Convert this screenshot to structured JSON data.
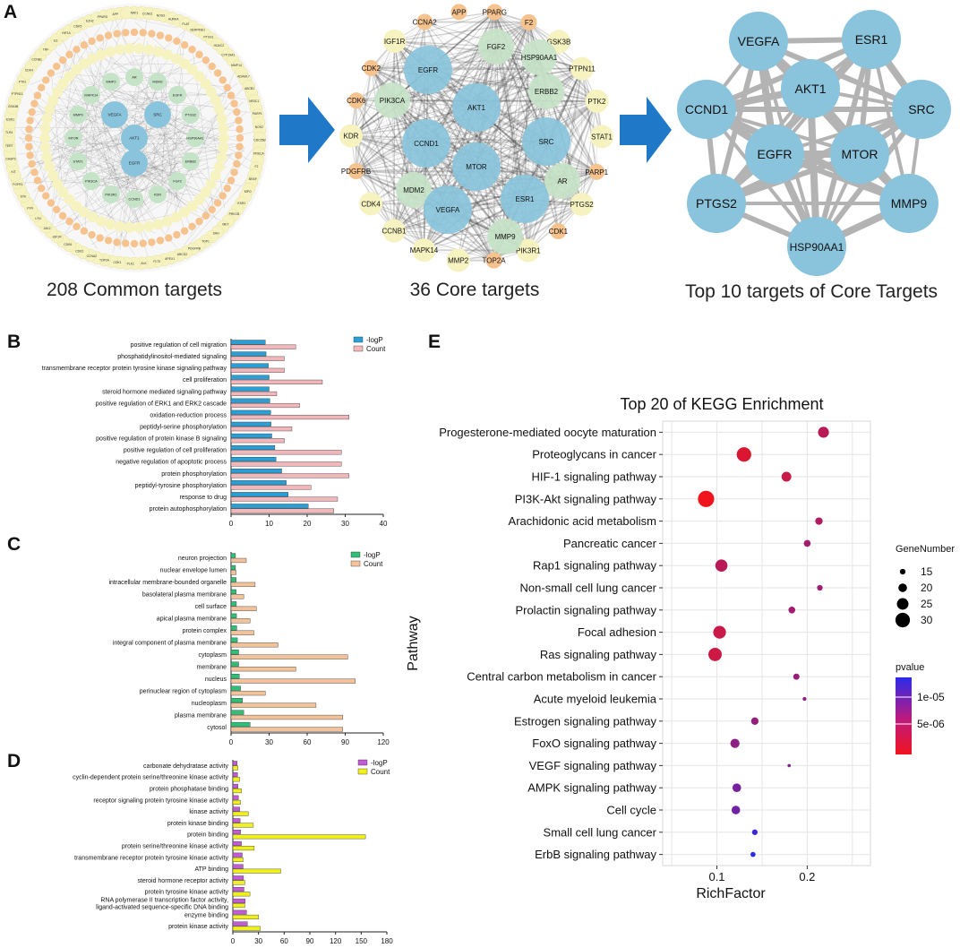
{
  "panel_letters": {
    "a": "A",
    "b": "B",
    "c": "C",
    "d": "D",
    "e": "E"
  },
  "colors": {
    "network_blue": "#89c4dc",
    "network_green": "#c5e3c7",
    "network_yellow": "#f6f3c0",
    "network_orange": "#f6c28e",
    "arrow_blue": "#1f78c8",
    "logp_blue": "#2a9fd6",
    "count_pink": "#f2b7bb",
    "logp_green": "#2fbf76",
    "count_tan": "#f2c39a",
    "logp_purple": "#c35bd4",
    "count_yellow": "#f0f01e",
    "kegg_red": "#f0141e",
    "kegg_blue": "#2b2bea"
  },
  "network_a": {
    "caption": "208 Common targets",
    "center_labels": [
      "VEGFA",
      "SRC",
      "AKT1",
      "EGFR"
    ],
    "ring1_labels": [
      "AR",
      "MDM2",
      "EGFR",
      "PTGS2",
      "HSP90AA1",
      "ERBB2",
      "FGF2",
      "KDR",
      "CCND1",
      "PIK3R1",
      "PIK3CA",
      "STAT1",
      "MTOR",
      "MMP9",
      "MAPK14",
      "MMP2"
    ],
    "ring3_labels": [
      "RAF1",
      "CCNE1",
      "NOS3",
      "AURKA",
      "PLAT",
      "SERPINE1",
      "PTGS1",
      "HDAC2",
      "CYP19A1",
      "MMP14",
      "ADAM17",
      "ABCB1",
      "NR3C1",
      "PARP1",
      "NOS2",
      "CDC25B",
      "PRKCA",
      "F2",
      "BRAF",
      "MPO",
      "ESR2",
      "PRKCB",
      "MET",
      "SHH",
      "TOP1",
      "PDGFRB",
      "ABCG2",
      "APEX1",
      "FLT3",
      "ALK",
      "PLK1",
      "CDK1",
      "TOP2A",
      "CCNA2",
      "CDK2",
      "CDK6",
      "IGF1R",
      "JAK2",
      "LYN",
      "FYN",
      "SYK",
      "FGFR1",
      "KIT",
      "CASP3",
      "TERT",
      "TLR4",
      "ESR1",
      "GSK3B",
      "PTPN11",
      "PTK2",
      "CDK4",
      "CCNB1",
      "TNF",
      "IL6",
      "HIF1A",
      "CDK5",
      "EZH2",
      "PPARG",
      "APP"
    ]
  },
  "network_b": {
    "caption": "36 Core targets",
    "outer_labels": [
      "APP",
      "PPARG",
      "F2",
      "GSK3B",
      "PTPN11",
      "PTK2",
      "STAT1",
      "PARP1",
      "PTGS2",
      "CDK1",
      "PIK3R1",
      "TOP2A",
      "MMP2",
      "MAPK14",
      "CCNB1",
      "CDK4",
      "PDGFRB",
      "KDR",
      "CDK6",
      "CDK2",
      "IGF1R",
      "CCNA2"
    ],
    "inner_labels": [
      "FGF2",
      "HSP90AA1",
      "ERBB2",
      "EGFR",
      "PIK3CA",
      "AKT1",
      "CCND1",
      "MTOR",
      "SRC",
      "MDM2",
      "VEGFA",
      "ESR1",
      "AR",
      "MMP9"
    ]
  },
  "network_c": {
    "caption": "Top 10 targets of Core Targets",
    "nodes": [
      "VEGFA",
      "ESR1",
      "AKT1",
      "CCND1",
      "SRC",
      "EGFR",
      "MTOR",
      "PTGS2",
      "MMP9",
      "HSP90AA1"
    ]
  },
  "panel_b": {
    "legend": [
      "-logP",
      "Count"
    ],
    "terms": [
      "positive regulation of cell migration",
      "phosphatidylinositol-mediated signaling",
      "transmembrane receptor protein tyrosine kinase signaling pathway",
      "cell proliferation",
      "steroid hormone mediated signaling pathway",
      "positive regulation of ERK1 and ERK2 cascade",
      "oxidation-reduction process",
      "peptidyl-serine phosphorylation",
      "positive regulation of protein kinase B signaling",
      "positive regulation of cell proliferation",
      "negative regulation of apoptotic process",
      "protein phosphorylation",
      "peptidyl-tyrosine phosphorylation",
      "response to drug",
      "protein autophosphorylation"
    ],
    "ticks": [
      "0",
      "10",
      "20",
      "30",
      "40"
    ]
  },
  "panel_c": {
    "legend": [
      "-logP",
      "Count"
    ],
    "terms": [
      "neuron projection",
      "nuclear envelope lumen",
      "intracellular membrane-bounded organelle",
      "basolateral plasma membrane",
      "cell surface",
      "apical plasma membrane",
      "protein complex",
      "integral component of plasma membrane",
      "cytoplasm",
      "membrane",
      "nucleus",
      "perinuclear region of cytoplasm",
      "nucleoplasm",
      "plasma membrane",
      "cytosol"
    ],
    "ticks": [
      "0",
      "30",
      "60",
      "90",
      "120"
    ]
  },
  "panel_d": {
    "legend": [
      "-logP",
      "Count"
    ],
    "terms": [
      "carbonate dehydratase activity",
      "cyclin-dependent protein serine/threonine kinase activity",
      "protein phosphatase binding",
      "receptor signaling protein tyrosine kinase activity",
      "kinase activity",
      "protein kinase binding",
      "protein binding",
      "protein serine/threonine kinase activity",
      "transmembrane receptor protein tyrosine kinase activity",
      "ATP binding",
      "steroid hormone receptor activity",
      "protein tyrosine kinase activity",
      "RNA polymerase II transcription factor activity, ligand-activated sequence-specific DNA binding",
      "enzyme binding",
      "protein kinase activity"
    ],
    "ticks": [
      "0",
      "30",
      "60",
      "90",
      "120",
      "150",
      "180"
    ]
  },
  "panel_e": {
    "title": "Top 20 of KEGG Enrichment",
    "xlabel": "RichFactor",
    "ylabel": "Pathway",
    "ticks": [
      "0.1",
      "0.2"
    ],
    "legend_size_title": "GeneNumber",
    "legend_size_labels": [
      "15",
      "20",
      "25",
      "30"
    ],
    "legend_color_title": "pvalue",
    "legend_color_labels": [
      "1e-05",
      "5e-06"
    ]
  },
  "chart_data": [
    {
      "type": "bar",
      "panel": "B",
      "categories": [
        "positive regulation of cell migration",
        "phosphatidylinositol-mediated signaling",
        "transmembrane receptor protein tyrosine kinase signaling pathway",
        "cell proliferation",
        "steroid hormone mediated signaling pathway",
        "positive regulation of ERK1 and ERK2 cascade",
        "oxidation-reduction process",
        "peptidyl-serine phosphorylation",
        "positive regulation of protein kinase B signaling",
        "positive regulation of cell proliferation",
        "negative regulation of apoptotic process",
        "protein phosphorylation",
        "peptidyl-tyrosine phosphorylation",
        "response to drug",
        "protein autophosphorylation"
      ],
      "series": [
        {
          "name": "-logP",
          "values": [
            9,
            9.2,
            9.8,
            10,
            10,
            10.2,
            10.4,
            10.5,
            10.7,
            11.5,
            11.8,
            13.3,
            14.5,
            15,
            20.3
          ]
        },
        {
          "name": "Count",
          "values": [
            17,
            14,
            14,
            24,
            12,
            18,
            31,
            16,
            14,
            29,
            29,
            31,
            21,
            28,
            27
          ]
        }
      ],
      "xlim": [
        0,
        40
      ],
      "orientation": "horizontal"
    },
    {
      "type": "bar",
      "panel": "C",
      "categories": [
        "neuron projection",
        "nuclear envelope lumen",
        "intracellular membrane-bounded organelle",
        "basolateral plasma membrane",
        "cell surface",
        "apical plasma membrane",
        "protein complex",
        "integral component of plasma membrane",
        "cytoplasm",
        "membrane",
        "nucleus",
        "perinuclear region of cytoplasm",
        "nucleoplasm",
        "plasma membrane",
        "cytosol"
      ],
      "series": [
        {
          "name": "-logP",
          "values": [
            3.5,
            3.5,
            4,
            4,
            4.2,
            4.3,
            4.5,
            5,
            6,
            6,
            6.5,
            7.5,
            9,
            10,
            15
          ]
        },
        {
          "name": "Count",
          "values": [
            12,
            4,
            19,
            10,
            20,
            15,
            18,
            37,
            92,
            51,
            98,
            27,
            67,
            88,
            88
          ]
        }
      ],
      "xlim": [
        0,
        120
      ],
      "orientation": "horizontal"
    },
    {
      "type": "bar",
      "panel": "D",
      "categories": [
        "carbonate dehydratase activity",
        "cyclin-dependent protein serine/threonine kinase activity",
        "protein phosphatase binding",
        "receptor signaling protein tyrosine kinase activity",
        "kinase activity",
        "protein kinase binding",
        "protein binding",
        "protein serine/threonine kinase activity",
        "transmembrane receptor protein tyrosine kinase activity",
        "ATP binding",
        "steroid hormone receptor activity",
        "protein tyrosine kinase activity",
        "RNA polymerase II transcription factor activity, ligand-activated sequence-specific DNA binding",
        "enzyme binding",
        "protein kinase activity"
      ],
      "series": [
        {
          "name": "-logP",
          "values": [
            5,
            5.5,
            6,
            6.5,
            8,
            8.5,
            9,
            10,
            11,
            12,
            12.5,
            13,
            14.5,
            16,
            17
          ]
        },
        {
          "name": "Count",
          "values": [
            6,
            8,
            10,
            9,
            18,
            24,
            155,
            25,
            12,
            56,
            14,
            20,
            14,
            30,
            32
          ]
        }
      ],
      "xlim": [
        0,
        180
      ],
      "orientation": "horizontal"
    },
    {
      "type": "scatter",
      "panel": "E",
      "title": "Top 20 of KEGG Enrichment",
      "xlabel": "RichFactor",
      "ylabel": "Pathway",
      "xlim": [
        0.04,
        0.27
      ],
      "categories": [
        "Progesterone-mediated oocyte maturation",
        "Proteoglycans in cancer",
        "HIF-1 signaling pathway",
        "PI3K-Akt signaling pathway",
        "Arachidonic acid metabolism",
        "Pancreatic cancer",
        "Rap1 signaling pathway",
        "Non-small cell lung cancer",
        "Prolactin signaling pathway",
        "Focal adhesion",
        "Ras signaling pathway",
        "Central carbon metabolism in cancer",
        "Acute myeloid leukemia",
        "Estrogen signaling pathway",
        "FoxO signaling pathway",
        "VEGF signaling pathway",
        "AMPK signaling pathway",
        "Cell cycle",
        "Small cell lung cancer",
        "ErbB signaling pathway"
      ],
      "x": [
        0.218,
        0.13,
        0.177,
        0.088,
        0.213,
        0.2,
        0.105,
        0.214,
        0.183,
        0.103,
        0.098,
        0.188,
        0.197,
        0.142,
        0.12,
        0.18,
        0.122,
        0.121,
        0.142,
        0.14
      ],
      "gene_number": [
        24,
        30,
        22,
        33,
        18,
        17,
        26,
        15,
        17,
        27,
        28,
        16,
        12,
        18,
        21,
        11,
        20,
        20,
        15,
        14
      ],
      "pvalue": [
        2e-07,
        3e-08,
        1e-07,
        1e-09,
        3e-07,
        5e-07,
        2e-07,
        6e-07,
        5e-07,
        1e-07,
        8e-08,
        7e-07,
        1e-06,
        8e-07,
        1e-06,
        1.5e-06,
        2e-06,
        2.5e-06,
        8.5e-06,
        1.3e-05
      ]
    }
  ]
}
